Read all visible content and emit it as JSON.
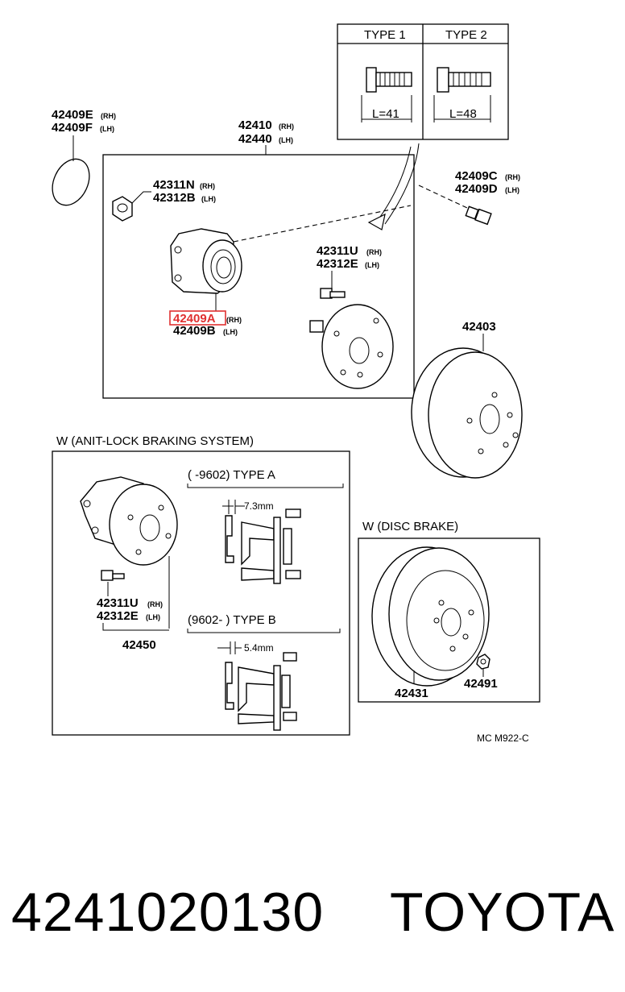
{
  "type_box": {
    "type1": "TYPE 1",
    "type2": "TYPE 2",
    "len1": "L=41",
    "len2": "L=48"
  },
  "labels": {
    "p42409E": "42409E",
    "p42409E_sfx": "(RH)",
    "p42409F": "42409F",
    "p42409F_sfx": "(LH)",
    "p42410": "42410",
    "p42410_sfx": "(RH)",
    "p42440": "42440",
    "p42440_sfx": "(LH)",
    "p42311N": "42311N",
    "p42311N_sfx": "(RH)",
    "p42312B": "42312B",
    "p42312B_sfx": "(LH)",
    "p42409C": "42409C",
    "p42409C_sfx": "(RH)",
    "p42409D": "42409D",
    "p42409D_sfx": "(LH)",
    "p42311U": "42311U",
    "p42311U_sfx": "(RH)",
    "p42312E": "42312E",
    "p42312E_sfx": "(LH)",
    "p42409A": "42409A",
    "p42409A_sfx": "(RH)",
    "p42409B": "42409B",
    "p42409B_sfx": "(LH)",
    "p42403": "42403",
    "abs_title": "W (ANIT-LOCK BRAKING SYSTEM)",
    "typeA": "(       -9602) TYPE A",
    "dimA": "7.3mm",
    "abs_42311U": "42311U",
    "abs_42311U_sfx": "(RH)",
    "abs_42312E": "42312E",
    "abs_42312E_sfx": "(LH)",
    "p42450": "42450",
    "typeB": "(9602-         ) TYPE B",
    "dimB": "5.4mm",
    "disc_title": "W (DISC BRAKE)",
    "p42431": "42431",
    "p42491": "42491",
    "catalog_code": "MC M922-C"
  },
  "highlight_color": "#e03030",
  "footer": {
    "part_number": "4241020130",
    "brand": "TOYOTA"
  }
}
